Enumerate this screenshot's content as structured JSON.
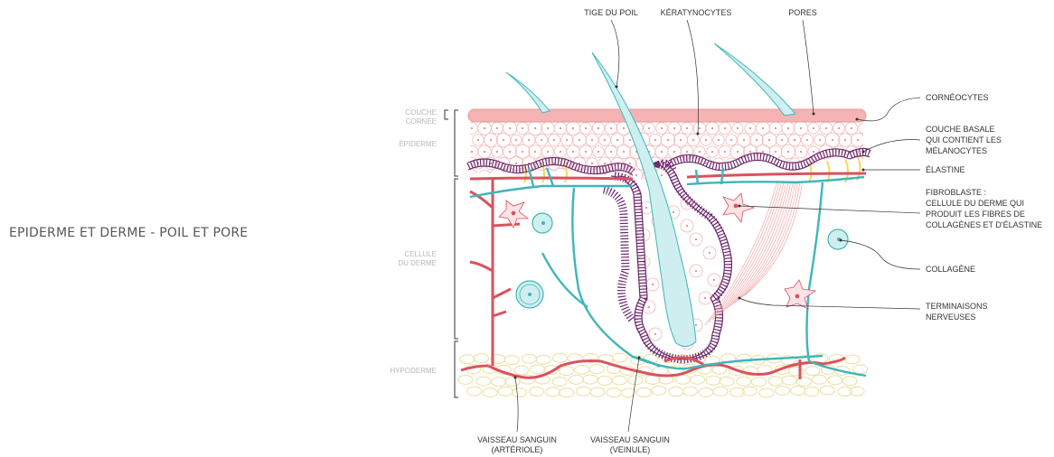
{
  "title": "EPIDERME ET DERME - POIL ET PORE",
  "colors": {
    "red": "#d9525f",
    "teal": "#3fb6b8",
    "purple": "#6e2a6e",
    "pink_fill": "#f2a8a8",
    "hair": "#cfeef0",
    "yellow": "#f2da57",
    "fat": "#e9e0a0",
    "cell_outline": "#f2b8b8"
  },
  "left_labels": {
    "couche_cornee": [
      "COUCHE",
      "CORNÉE"
    ],
    "epiderme": "ÉPIDERME",
    "cellule_derme": [
      "CELLULE",
      "DU DERME"
    ],
    "hypoderme": "HYPODERME"
  },
  "top_labels": {
    "tige": "TIGE DU POIL",
    "keratinocytes": "KÉRATYNOCYTES",
    "pores": "PORES"
  },
  "right_labels": {
    "corneocytes": "CORNÉOCYTES",
    "couche_basale": [
      "COUCHE BASALE",
      "QUI CONTIENT LES",
      "MÉLANOCYTES"
    ],
    "elastine": "ÉLASTINE",
    "fibroblaste": [
      "FIBROBLASTE :",
      "CELLULE DU DERME QUI",
      "PRODUIT LES FIBRES DE",
      "COLLAGÈNES ET D'ÉLASTINE"
    ],
    "collagene": "COLLAGÈNE",
    "terminaisons": [
      "TERMINAISONS",
      "NERVEUSES"
    ]
  },
  "bottom_labels": {
    "arteriole": [
      "VAISSEAU SANGUIN",
      "(ARTÉRIOLE)"
    ],
    "veinule": [
      "VAISSEAU SANGUIN",
      "(VEINULE)"
    ]
  }
}
